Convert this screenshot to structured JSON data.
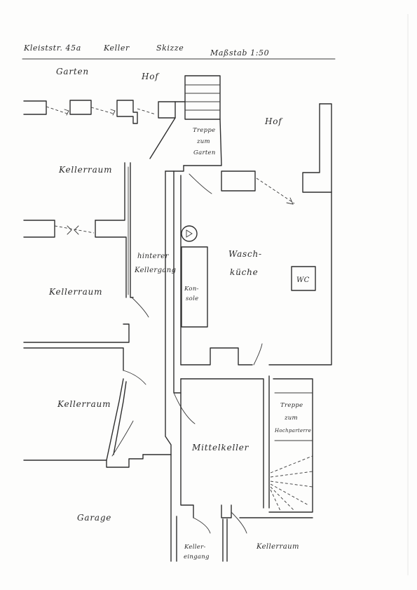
{
  "header": {
    "address": "Kleiststr. 45a",
    "floor": "Keller",
    "type": "Skizze",
    "scale": "Maßstab 1:50"
  },
  "rooms": {
    "garten": "Garten",
    "hof_top": "Hof",
    "hof_right": "Hof",
    "treppe_garten_1": "Treppe",
    "treppe_garten_2": "zum",
    "treppe_garten_3": "Garten",
    "kellerraum_1": "Kellerraum",
    "kellerraum_2": "Kellerraum",
    "kellerraum_3": "Kellerraum",
    "hinterer_1": "hinterer",
    "hinterer_2": "Kellergang",
    "konsole_1": "Kon-",
    "konsole_2": "sole",
    "waschkueche_1": "Wasch-",
    "waschkueche_2": "küche",
    "wc": "WC",
    "treppe_hoch_1": "Treppe",
    "treppe_hoch_2": "zum",
    "treppe_hoch_3": "Hochparterre",
    "mittelkeller": "Mittelkeller",
    "garage": "Garage",
    "kellereingang_1": "Keller-",
    "kellereingang_2": "eingang",
    "kellerraum_4": "Kellerraum"
  }
}
